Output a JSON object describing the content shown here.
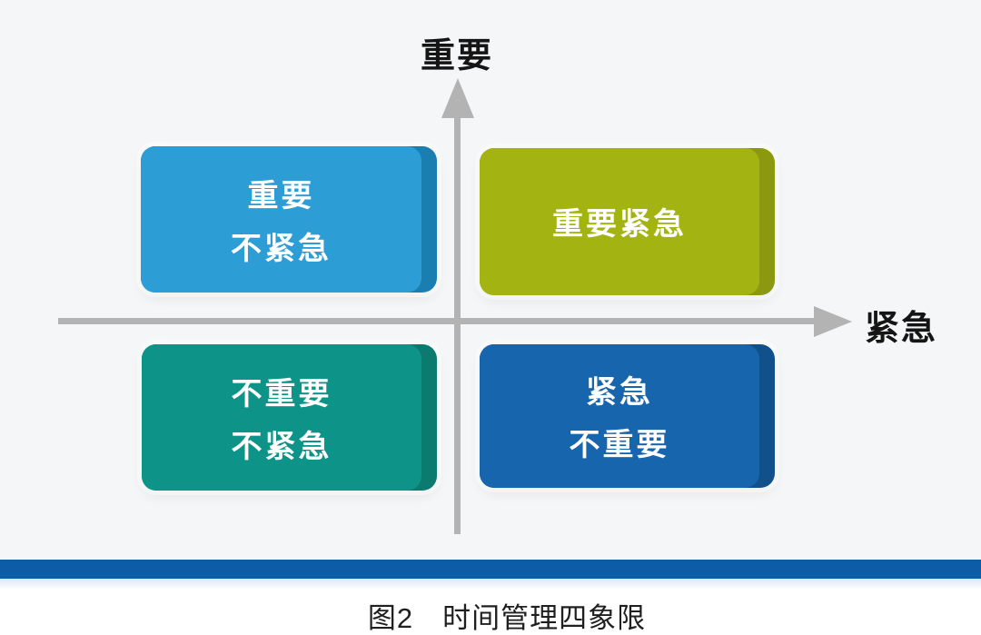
{
  "axis": {
    "y_label": "重要",
    "x_label": "紧急"
  },
  "quadrants": {
    "top_left": {
      "line1": "重要",
      "line2": "不紧急",
      "face_color": "#2d9dd6",
      "side_color": "#1b7eb0"
    },
    "top_right": {
      "line1": "重要紧急",
      "line2": "",
      "face_color": "#a3b312",
      "side_color": "#8a990f"
    },
    "bottom_left": {
      "line1": "不重要",
      "line2": "不紧急",
      "face_color": "#0e9389",
      "side_color": "#0b7a6f"
    },
    "bottom_right": {
      "line1": "紧急",
      "line2": "不重要",
      "face_color": "#1765ad",
      "side_color": "#11518b"
    }
  },
  "caption": "图2　时间管理四象限",
  "colors": {
    "background": "#f5f6f7",
    "axis": "#b3b3b3",
    "bottom_bar": "#0d5ca6",
    "axis_label_text": "#151515",
    "card_text": "#ffffff",
    "caption_text": "#1f1f1f"
  }
}
